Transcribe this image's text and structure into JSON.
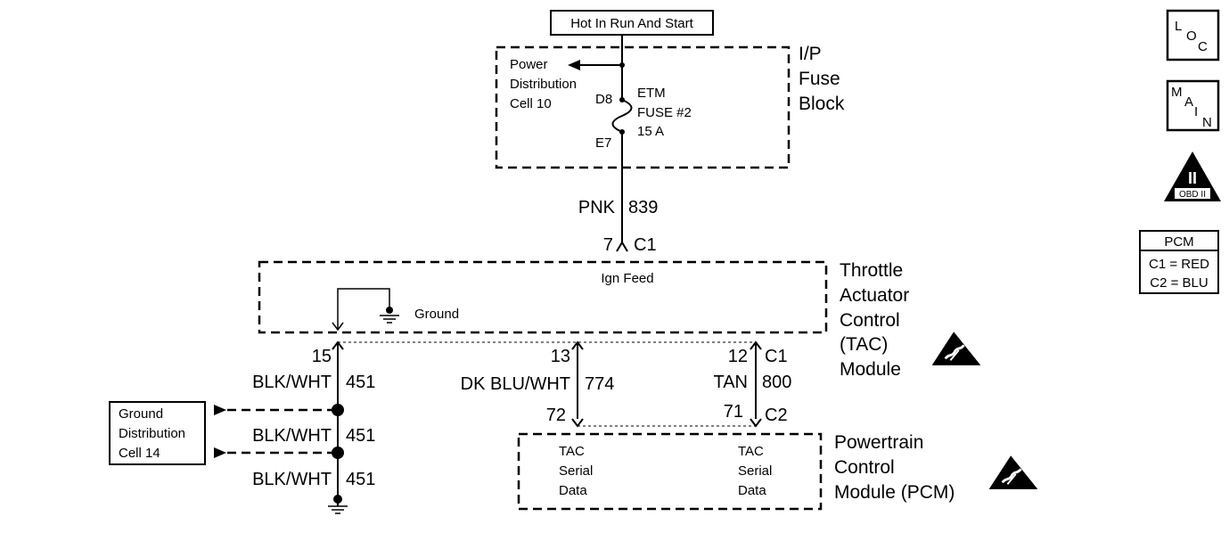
{
  "power_source": "Hot In Run And Start",
  "fuse_block": {
    "name": [
      "I/P",
      "Fuse",
      "Block"
    ],
    "distribution": [
      "Power",
      "Distribution",
      "Cell 10"
    ],
    "pin_in": "D8",
    "pin_out": "E7",
    "fuse": [
      "ETM",
      "FUSE #2",
      "15 A"
    ]
  },
  "wire_839": {
    "color": "PNK",
    "circuit": "839"
  },
  "tac_c1": {
    "pin": "7",
    "connector": "C1"
  },
  "tac_module": {
    "name": [
      "Throttle",
      "Actuator",
      "Control",
      "(TAC)",
      "Module"
    ],
    "ign_feed": "Ign Feed",
    "ground": "Ground"
  },
  "wires": {
    "ground": {
      "pin": "15",
      "color": "BLK/WHT",
      "circuit": "451"
    },
    "serial_a": {
      "pin_top": "13",
      "color": "DK BLU/WHT",
      "circuit": "774",
      "pin_bottom": "72"
    },
    "serial_b": {
      "pin_top": "12",
      "connector_top": "C1",
      "color": "TAN",
      "circuit": "800",
      "pin_bottom": "71",
      "connector_bottom": "C2"
    }
  },
  "ground_segments": [
    {
      "color": "BLK/WHT",
      "circuit": "451"
    },
    {
      "color": "BLK/WHT",
      "circuit": "451"
    }
  ],
  "ground_distribution": [
    "Ground",
    "Distribution",
    "Cell 14"
  ],
  "pcm_module": {
    "name": [
      "Powertrain",
      "Control",
      "Module (PCM)"
    ],
    "data_a": [
      "TAC",
      "Serial",
      "Data"
    ],
    "data_b": [
      "TAC",
      "Serial",
      "Data"
    ]
  },
  "side_icons": {
    "loc": [
      "L",
      "O",
      "C"
    ],
    "main": [
      "M",
      "A",
      "I",
      "N"
    ],
    "obd": {
      "numeral": "II",
      "label": "OBD II"
    }
  },
  "pcm_legend": {
    "title": "PCM",
    "rows": [
      "C1 = RED",
      "C2 = BLU"
    ]
  },
  "icons": [
    "esd-warning-icon",
    "ground-symbol-icon",
    "arrow-icon",
    "fuse-icon"
  ]
}
